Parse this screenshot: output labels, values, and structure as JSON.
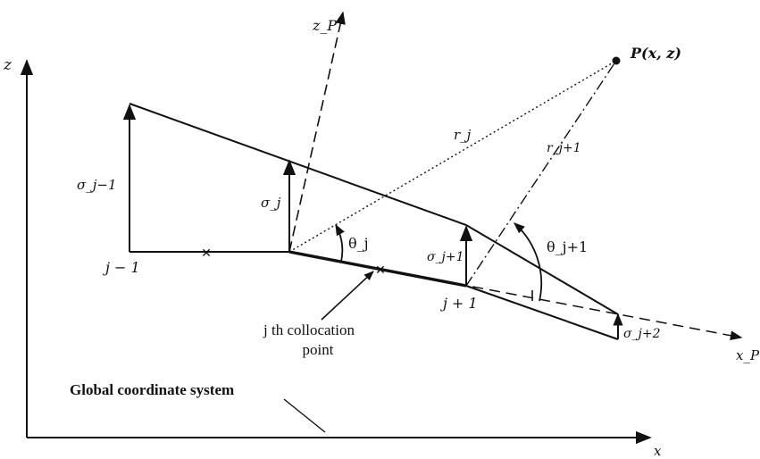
{
  "axes": {
    "global_z": "z",
    "global_x": "x",
    "panel_z": "z_P",
    "panel_x": "x_P"
  },
  "point": {
    "label": "P(x, z)"
  },
  "distances": {
    "r_j": "r_j",
    "r_j1": "r_j+1"
  },
  "angles": {
    "theta_j": "θ_j",
    "theta_j1": "θ_j+1"
  },
  "strengths": {
    "s_jm1": "σ_j−1",
    "s_j": "σ_j",
    "s_jp1": "σ_j+1",
    "s_jp2": "σ_j+2"
  },
  "nodes": {
    "jm1": "j − 1",
    "jp1": "j + 1"
  },
  "annotations": {
    "collocation_line1": "j th collocation",
    "collocation_line2": "point",
    "global_system": "Global coordinate system"
  }
}
